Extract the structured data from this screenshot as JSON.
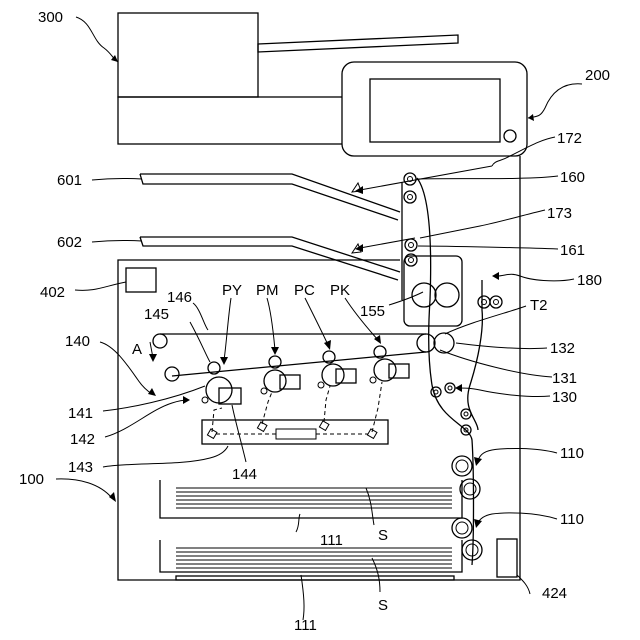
{
  "labels": {
    "l300": "300",
    "l200": "200",
    "l172": "172",
    "l160": "160",
    "l173": "173",
    "l161": "161",
    "l180": "180",
    "l601": "601",
    "l602": "602",
    "l402": "402",
    "l146": "146",
    "lPY": "PY",
    "lPM": "PM",
    "lPC": "PC",
    "lPK": "PK",
    "l155": "155",
    "lT2": "T2",
    "l145": "145",
    "l132": "132",
    "l140": "140",
    "lA": "A",
    "l131": "131",
    "l130": "130",
    "l141": "141",
    "l142": "142",
    "l110a": "110",
    "l143": "143",
    "l144": "144",
    "l100": "100",
    "l110b": "110",
    "l111a": "111",
    "lSa": "S",
    "l424": "424",
    "lSb": "S",
    "l111b": "111"
  }
}
